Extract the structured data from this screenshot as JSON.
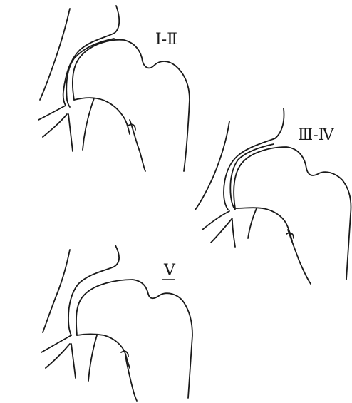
{
  "panels": [
    {
      "id": "grade-1-2",
      "label": "I-Ⅱ"
    },
    {
      "id": "grade-3-4",
      "label": "Ⅲ-Ⅳ"
    },
    {
      "id": "grade-5",
      "label": "Ⅴ"
    }
  ],
  "colors": {
    "background": "#ffffff",
    "ink": "#1a1a1a"
  }
}
